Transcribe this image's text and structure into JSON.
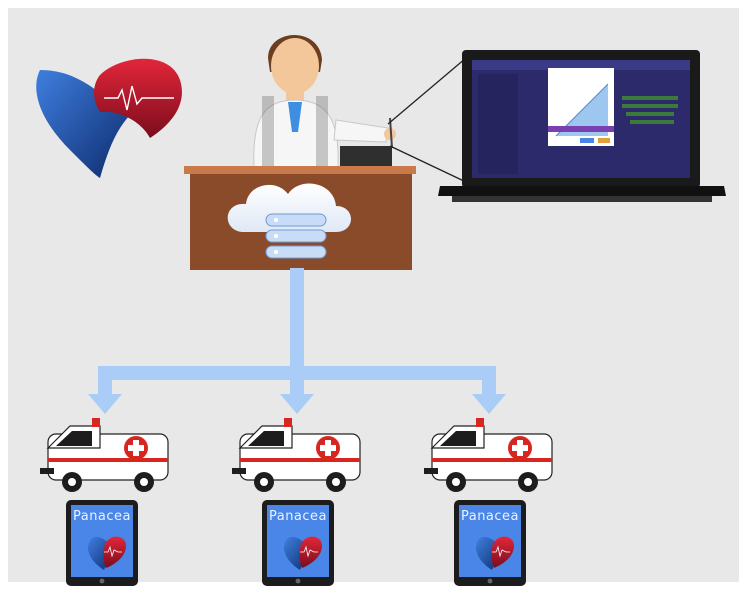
{
  "tablets": [
    {
      "label": "Panacea"
    },
    {
      "label": "Panacea"
    },
    {
      "label": "Panacea"
    }
  ],
  "colors": {
    "background": "#e8e8e8",
    "desk": "#8a4b2a",
    "arrow": "#a9cdf6",
    "tablet_screen": "#4a86e8",
    "ambulance_red": "#d7261f"
  },
  "icons": {
    "logo": "heart-pulse-logo",
    "doctor": "doctor-icon",
    "cloud": "cloud-server-icon",
    "laptop": "laptop-icon",
    "ambulance": "ambulance-icon",
    "tablet": "tablet-icon"
  }
}
